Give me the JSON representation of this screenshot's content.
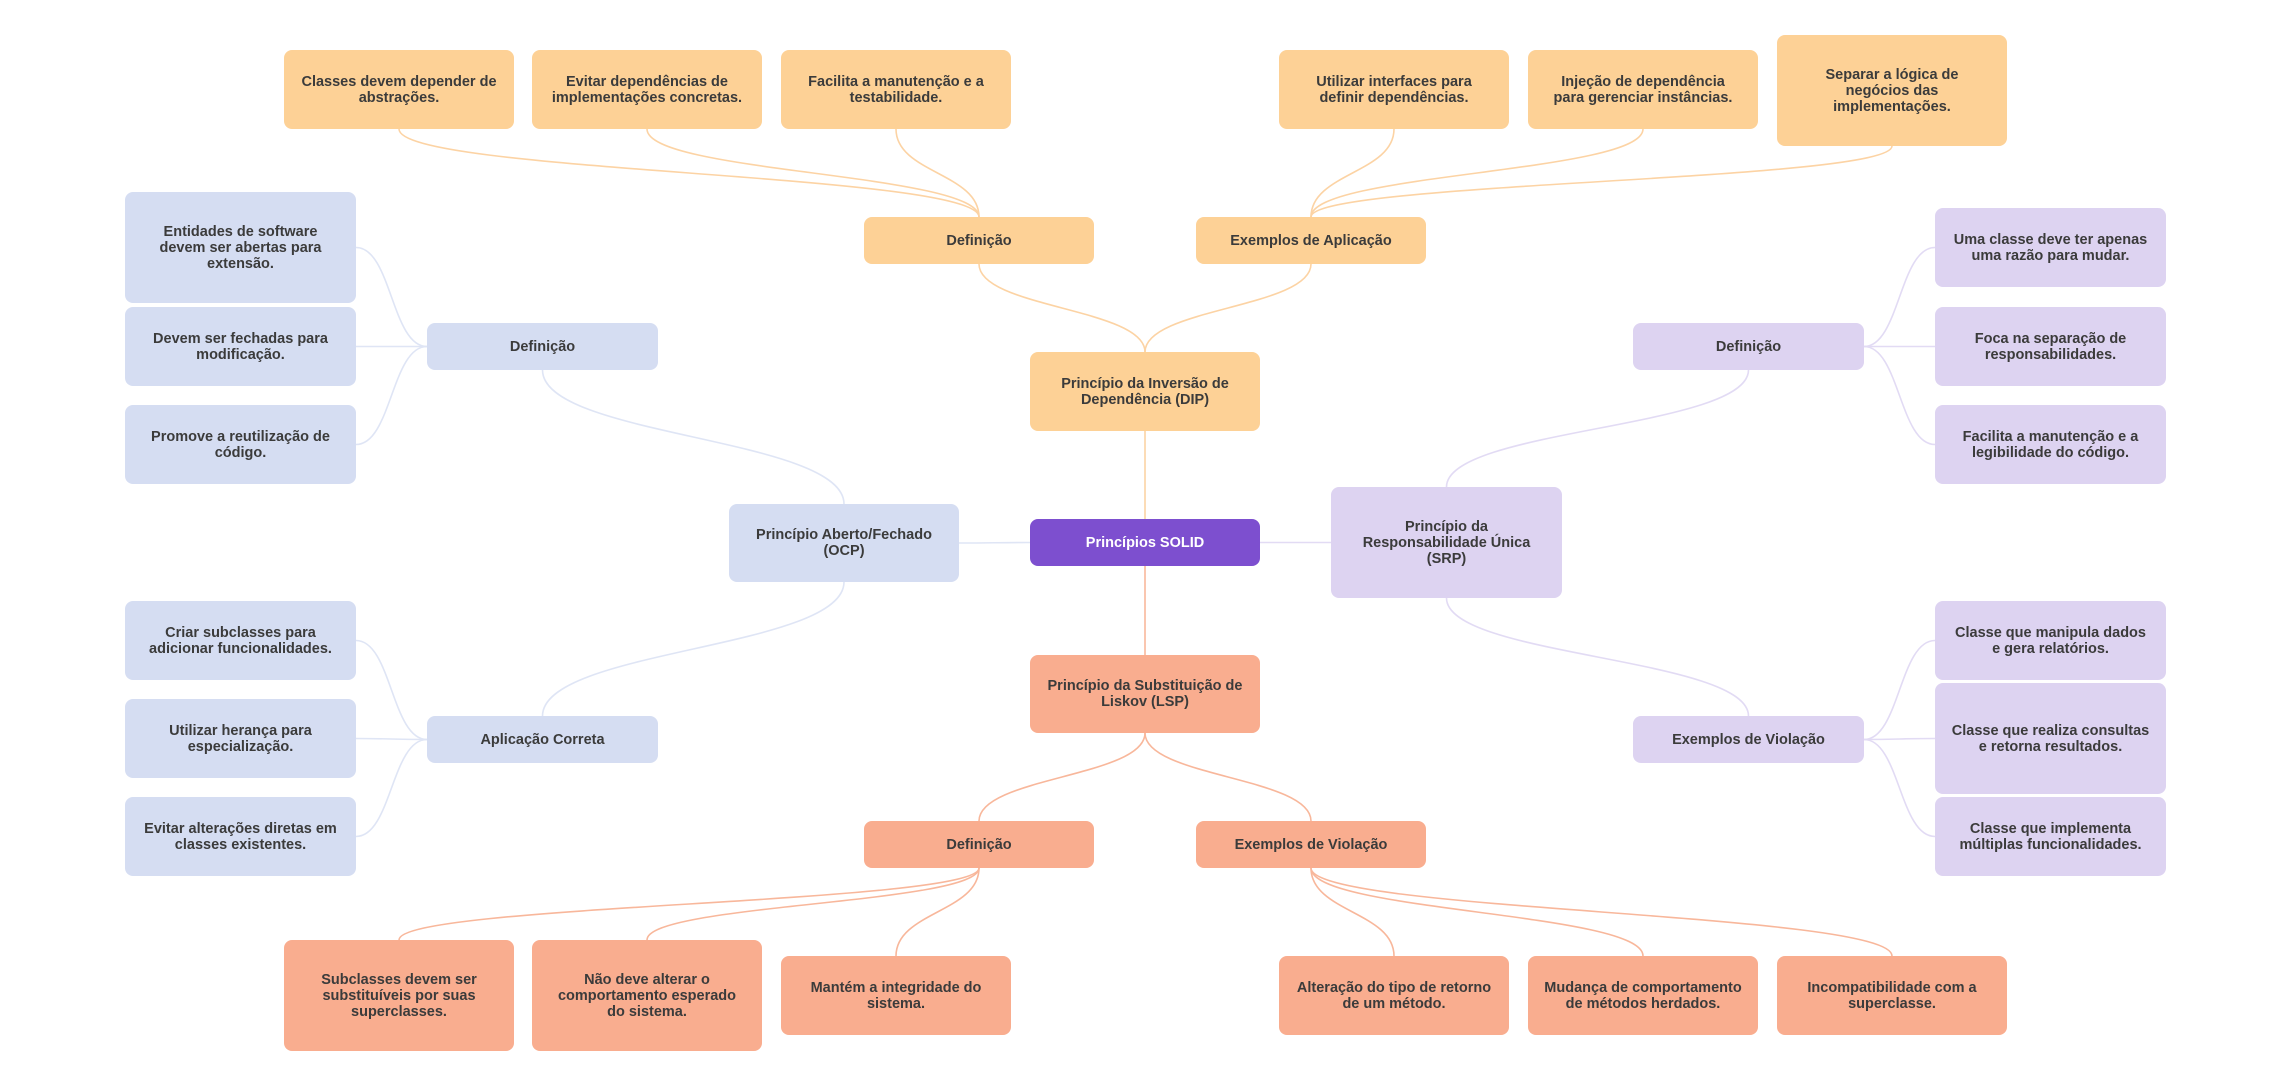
{
  "title": "Princípios SOLID",
  "colors": {
    "root": "#7d4fcf",
    "dip": "#fdd196",
    "ocp": "#d5ddf2",
    "srp": "#ddd3f1",
    "lsp": "#f9ad8f",
    "dip_edge": "#fcd3a4",
    "ocp_edge": "#dfe5f5",
    "srp_edge": "#e2dbf4",
    "lsp_edge": "#f8b79b"
  },
  "root": {
    "label": "Princípios SOLID"
  },
  "branches": {
    "dip": {
      "label": "Princípio da Inversão de Dependência (DIP)",
      "definicao": {
        "label": "Definição",
        "items": [
          "Classes devem depender de abstrações.",
          "Evitar dependências de implementações concretas.",
          "Facilita a manutenção e a testabilidade."
        ]
      },
      "exemplos": {
        "label": "Exemplos de Aplicação",
        "items": [
          "Utilizar interfaces para definir dependências.",
          "Injeção de dependência para gerenciar instâncias.",
          "Separar a lógica de negócios das implementações."
        ]
      }
    },
    "ocp": {
      "label": "Princípio Aberto/Fechado (OCP)",
      "definicao": {
        "label": "Definição",
        "items": [
          "Entidades de software devem ser abertas para extensão.",
          "Devem ser fechadas para modificação.",
          "Promove a reutilização de código."
        ]
      },
      "aplicacao": {
        "label": "Aplicação Correta",
        "items": [
          "Criar subclasses para adicionar funcionalidades.",
          "Utilizar herança para especialização.",
          "Evitar alterações diretas em classes existentes."
        ]
      }
    },
    "srp": {
      "label": "Princípio da Responsabilidade Única (SRP)",
      "definicao": {
        "label": "Definição",
        "items": [
          "Uma classe deve ter apenas uma razão para mudar.",
          "Foca na separação de responsabilidades.",
          "Facilita a manutenção e a legibilidade do código."
        ]
      },
      "exemplos": {
        "label": "Exemplos de Violação",
        "items": [
          "Classe que manipula dados e gera relatórios.",
          "Classe que realiza consultas e retorna resultados.",
          "Classe que implementa múltiplas funcionalidades."
        ]
      }
    },
    "lsp": {
      "label": "Princípio da Substituição de Liskov (LSP)",
      "definicao": {
        "label": "Definição",
        "items": [
          "Subclasses devem ser substituíveis por suas superclasses.",
          "Não deve alterar o comportamento esperado do sistema.",
          "Mantém a integridade do sistema."
        ]
      },
      "exemplos": {
        "label": "Exemplos de Violação",
        "items": [
          "Alteração do tipo de retorno de um método.",
          "Mudança de comportamento de métodos herdados.",
          "Incompatibilidade com a superclasse."
        ]
      }
    }
  }
}
